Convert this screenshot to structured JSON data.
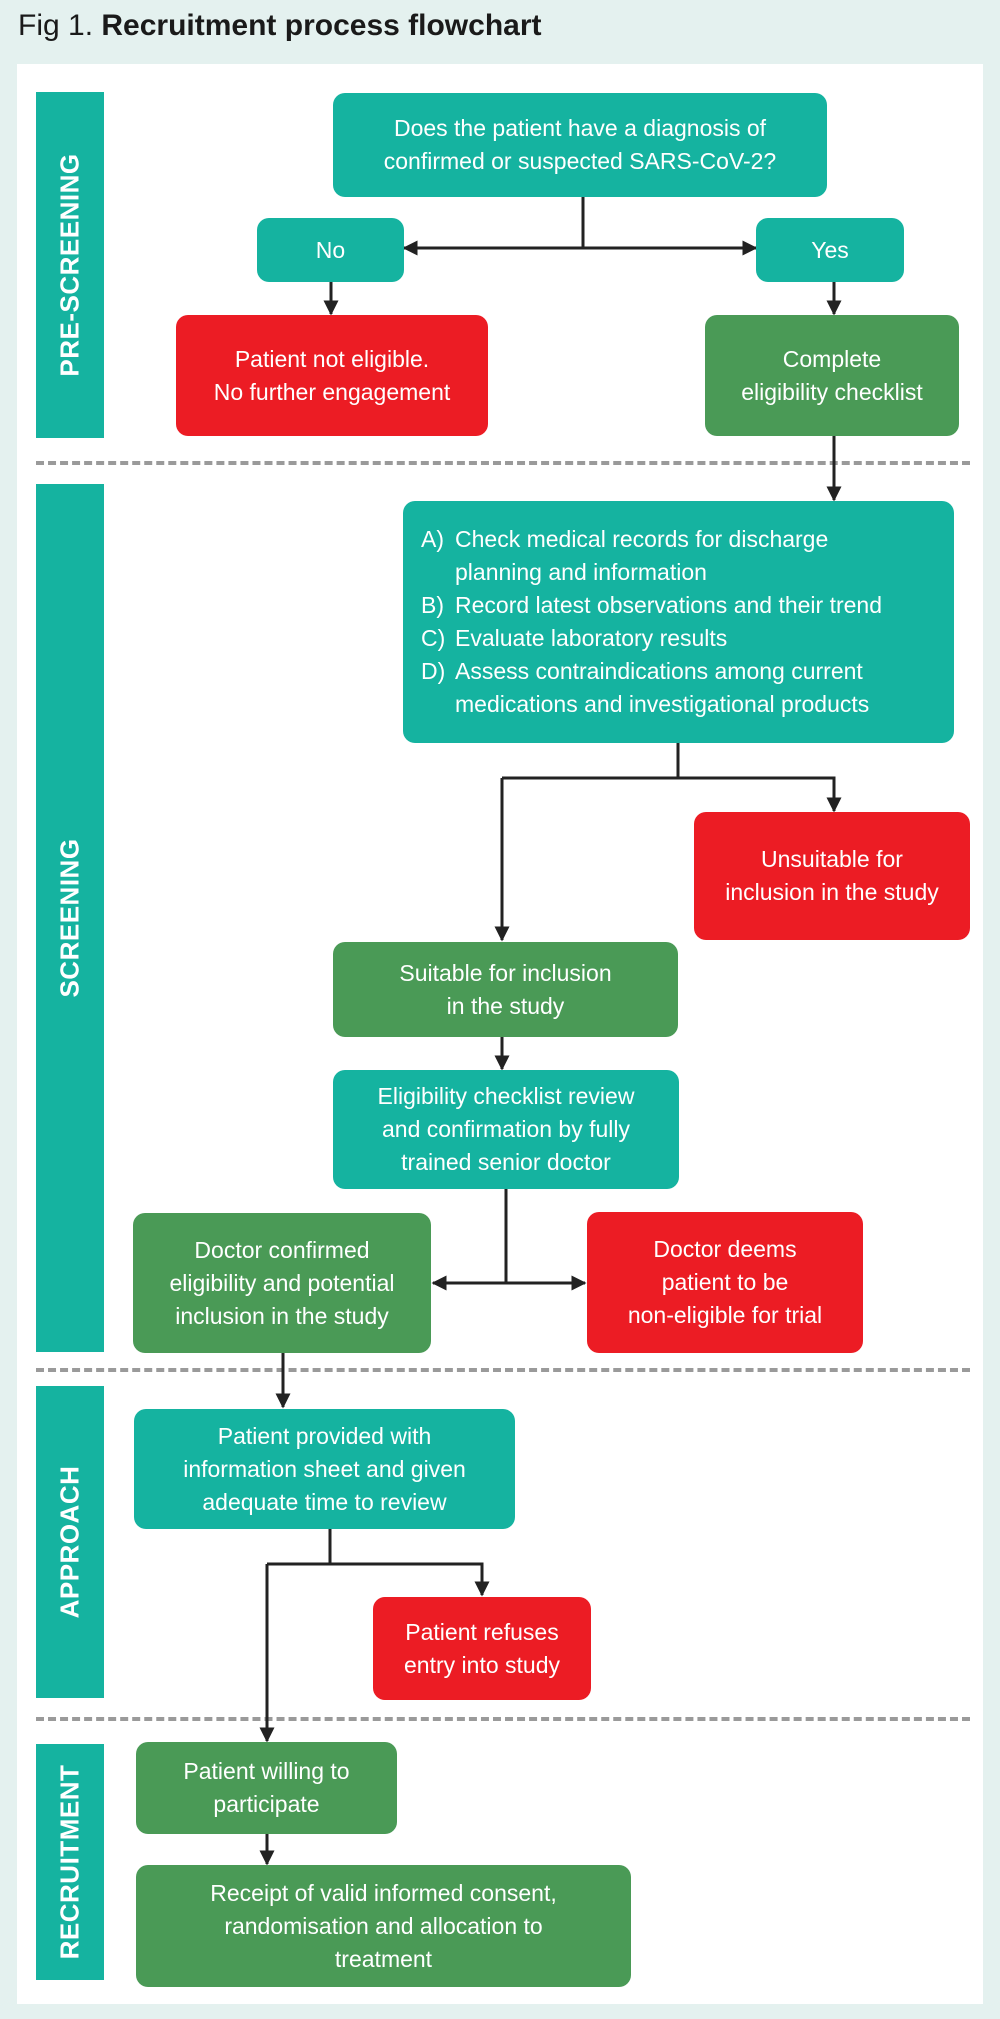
{
  "figure": {
    "label": "Fig 1.",
    "title": "Recruitment process flowchart"
  },
  "colors": {
    "teal": "#15b3a0",
    "green": "#4a9a56",
    "red": "#ec1c24",
    "background": "#e4f1ef",
    "divider": "#9a9a9a"
  },
  "stages": {
    "pre_screening": "PRE-SCREENING",
    "screening": "SCREENING",
    "approach": "APPROACH",
    "recruitment": "RECRUITMENT"
  },
  "nodes": {
    "diagnosis_question": "Does the patient have a diagnosis of\nconfirmed or suspected SARS-CoV-2?",
    "no": "No",
    "yes": "Yes",
    "not_eligible": "Patient not eligible.\nNo further engagement",
    "complete_checklist": "Complete\neligibility checklist",
    "checks": [
      {
        "letter": "A)",
        "text": "Check medical records for discharge\nplanning and information"
      },
      {
        "letter": "B)",
        "text": "Record latest observations and their trend"
      },
      {
        "letter": "C)",
        "text": "Evaluate laboratory results"
      },
      {
        "letter": "D)",
        "text": "Assess contraindications among current\nmedications and investigational products"
      }
    ],
    "unsuitable": "Unsuitable for\ninclusion in the study",
    "suitable": "Suitable for inclusion\nin the study",
    "checklist_review": "Eligibility checklist review\nand confirmation by fully\ntrained senior doctor",
    "doctor_confirmed": "Doctor confirmed\neligibility and potential\ninclusion in the study",
    "doctor_deems": "Doctor deems\npatient to be\nnon-eligible for trial",
    "info_sheet": "Patient provided with\ninformation sheet and given\nadequate time to review",
    "refuses": "Patient refuses\nentry into study",
    "willing": "Patient willing to\nparticipate",
    "consent": "Receipt of valid informed consent,\nrandomisation and allocation to\ntreatment"
  }
}
